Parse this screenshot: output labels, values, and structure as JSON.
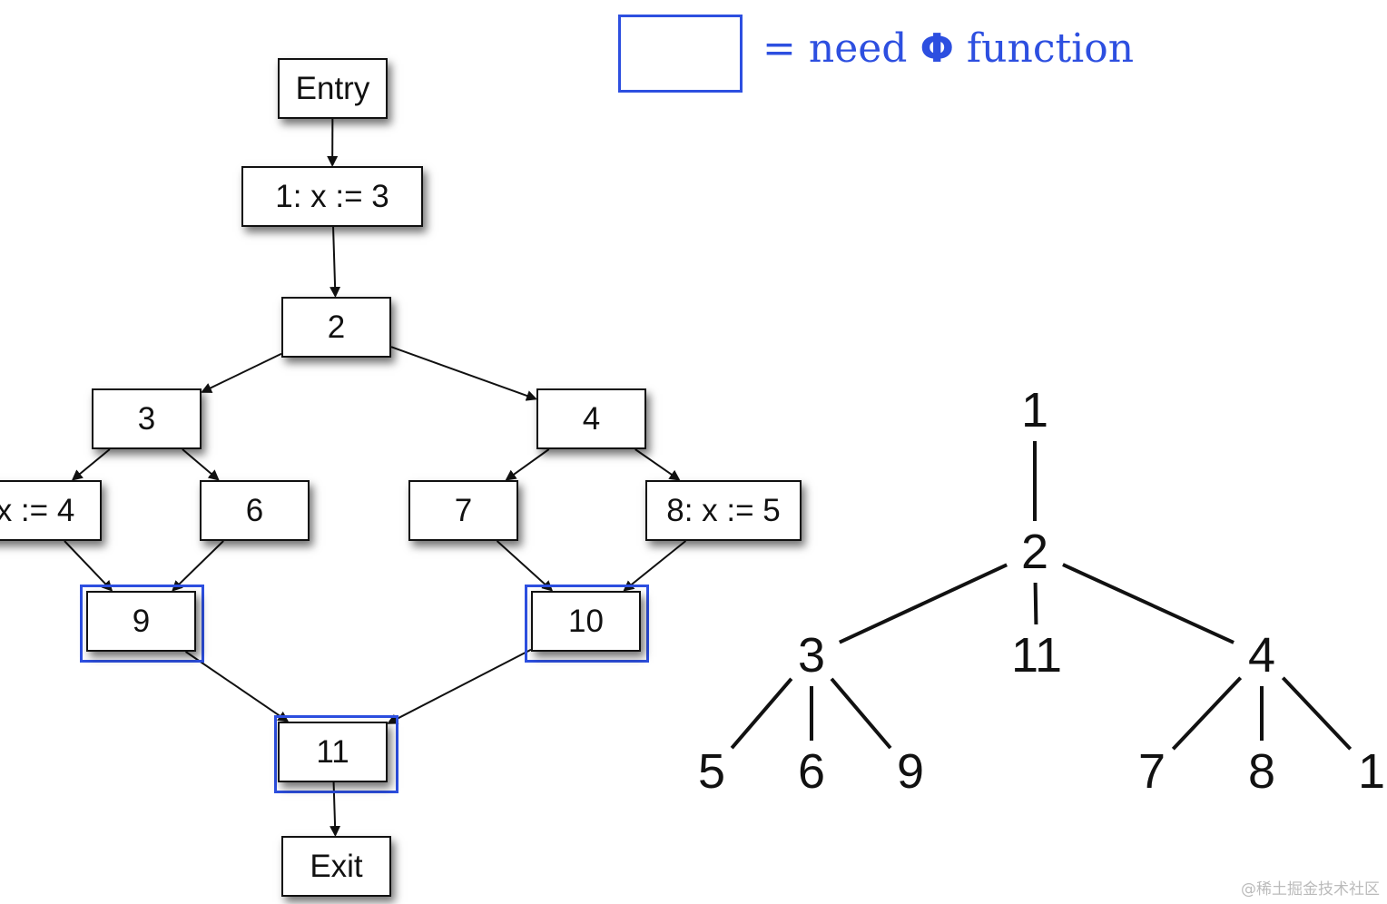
{
  "legend": {
    "equals": "=",
    "text_before": "need",
    "phi_symbol": "Φ",
    "text_after": "function",
    "color": "#2d4fe0"
  },
  "cfg": {
    "blocks": [
      {
        "id": "entry",
        "label": "Entry"
      },
      {
        "id": "b1",
        "label": "1: x := 3"
      },
      {
        "id": "b2",
        "label": "2"
      },
      {
        "id": "b3",
        "label": "3"
      },
      {
        "id": "b4",
        "label": "4"
      },
      {
        "id": "b5",
        "label": "x := 4"
      },
      {
        "id": "b6",
        "label": "6"
      },
      {
        "id": "b7",
        "label": "7"
      },
      {
        "id": "b8",
        "label": "8: x := 5"
      },
      {
        "id": "b9",
        "label": "9",
        "needs_phi": true
      },
      {
        "id": "b10",
        "label": "10",
        "needs_phi": true
      },
      {
        "id": "b11",
        "label": "11",
        "needs_phi": true
      },
      {
        "id": "exit",
        "label": "Exit"
      }
    ],
    "edges": [
      [
        "entry",
        "b1"
      ],
      [
        "b1",
        "b2"
      ],
      [
        "b2",
        "b3"
      ],
      [
        "b2",
        "b4"
      ],
      [
        "b3",
        "b5"
      ],
      [
        "b3",
        "b6"
      ],
      [
        "b4",
        "b7"
      ],
      [
        "b4",
        "b8"
      ],
      [
        "b5",
        "b9"
      ],
      [
        "b6",
        "b9"
      ],
      [
        "b7",
        "b10"
      ],
      [
        "b8",
        "b10"
      ],
      [
        "b9",
        "b11"
      ],
      [
        "b10",
        "b11"
      ],
      [
        "b11",
        "exit"
      ]
    ]
  },
  "dominator_tree": {
    "nodes": [
      {
        "id": "t1",
        "label": "1"
      },
      {
        "id": "t2",
        "label": "2"
      },
      {
        "id": "t3",
        "label": "3"
      },
      {
        "id": "t11",
        "label": "11"
      },
      {
        "id": "t4",
        "label": "4"
      },
      {
        "id": "t5",
        "label": "5"
      },
      {
        "id": "t6",
        "label": "6"
      },
      {
        "id": "t9",
        "label": "9"
      },
      {
        "id": "t7",
        "label": "7"
      },
      {
        "id": "t8",
        "label": "8"
      },
      {
        "id": "t10",
        "label": "1"
      }
    ],
    "edges": [
      [
        "t1",
        "t2"
      ],
      [
        "t2",
        "t3"
      ],
      [
        "t2",
        "t11"
      ],
      [
        "t2",
        "t4"
      ],
      [
        "t3",
        "t5"
      ],
      [
        "t3",
        "t6"
      ],
      [
        "t3",
        "t9"
      ],
      [
        "t4",
        "t7"
      ],
      [
        "t4",
        "t8"
      ],
      [
        "t4",
        "t10"
      ]
    ]
  },
  "watermark": "@稀土掘金技术社区"
}
